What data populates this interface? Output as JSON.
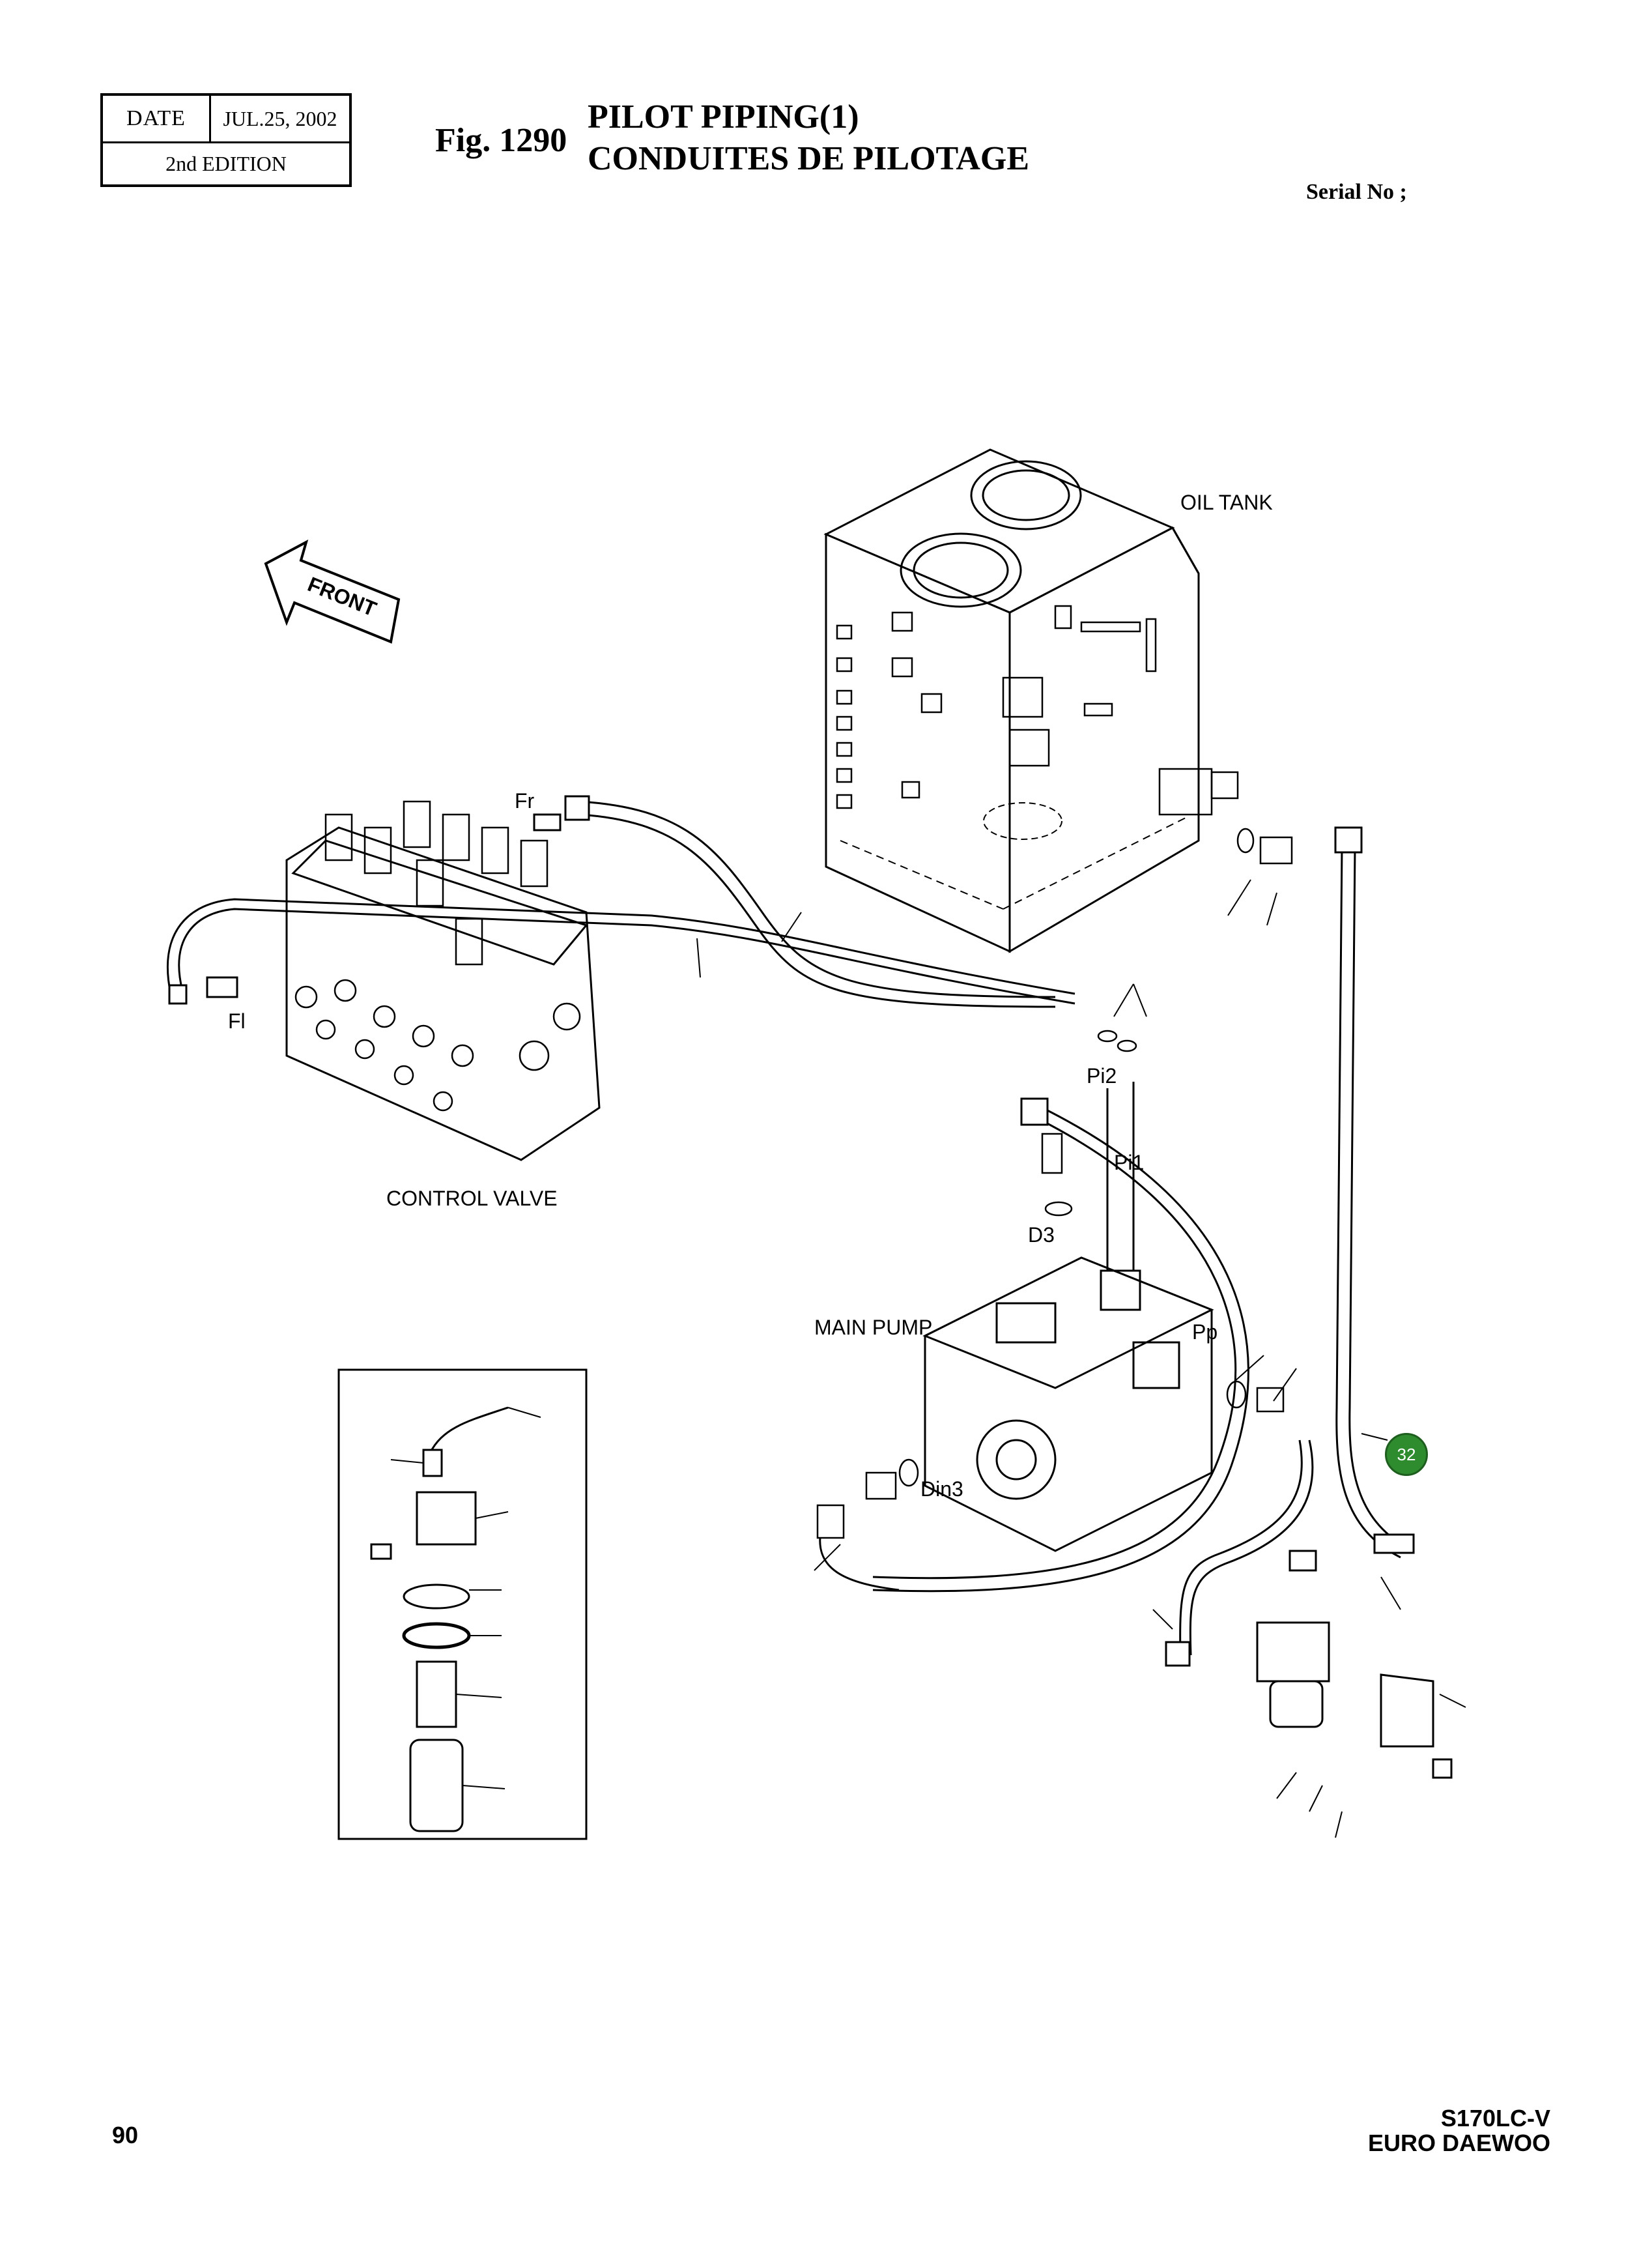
{
  "header": {
    "date_label": "DATE",
    "date_value": "JUL.25, 2002",
    "edition": "2nd  EDITION",
    "fig_number": "Fig. 1290",
    "title_line1": "PILOT PIPING(1)",
    "title_line2": "CONDUITES DE PILOTAGE",
    "serial": "Serial No ;"
  },
  "labels": {
    "oil_tank": "OIL TANK",
    "front": "FRONT",
    "fr": "Fr",
    "fl": "Fl",
    "control_valve": "CONTROL VALVE",
    "pi2": "Pi2",
    "pi1": "Pi1",
    "d3": "D3",
    "main_pump": "MAIN PUMP",
    "pp": "Pp",
    "din3": "Din3"
  },
  "callout": {
    "number": "32",
    "color": "#2e8b2e"
  },
  "footer": {
    "page_number": "90",
    "model": "S170LC-V",
    "brand": "EURO DAEWOO"
  }
}
